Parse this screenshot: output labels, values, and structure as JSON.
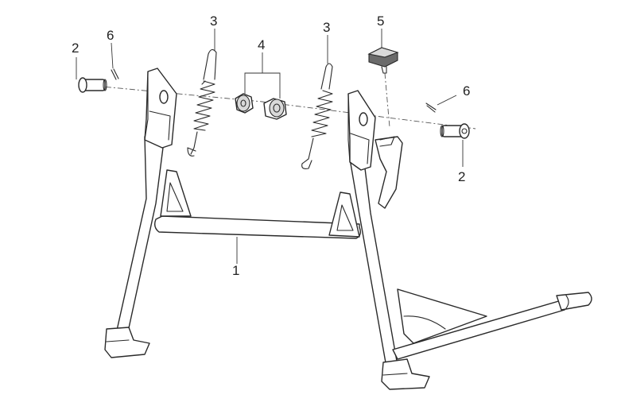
{
  "callouts": {
    "c1": "1",
    "c2_left": "2",
    "c2_right": "2",
    "c3_left": "3",
    "c3_right": "3",
    "c4": "4",
    "c5": "5",
    "c6_left": "6",
    "c6_right": "6"
  },
  "colors": {
    "line": "#2a2a2a",
    "shade": "#d9d9d9",
    "dark": "#6b6b6b",
    "background": "#ffffff"
  }
}
